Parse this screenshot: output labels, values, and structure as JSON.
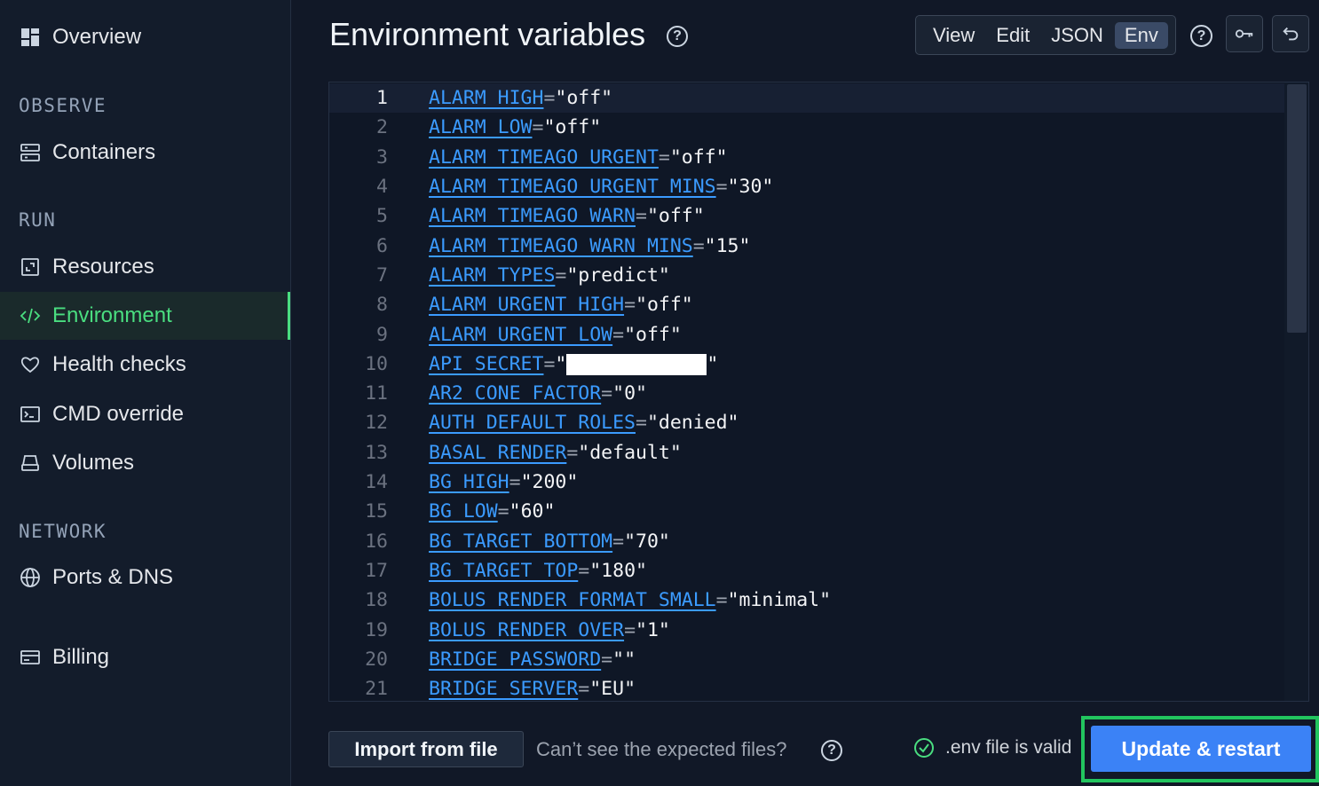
{
  "sidebar": {
    "overview": "Overview",
    "sections": [
      "OBSERVE",
      "RUN",
      "NETWORK"
    ],
    "items": {
      "containers": "Containers",
      "resources": "Resources",
      "environment": "Environment",
      "health_checks": "Health checks",
      "cmd_override": "CMD override",
      "volumes": "Volumes",
      "ports_dns": "Ports & DNS",
      "billing": "Billing"
    },
    "accent_color": "#4ade80"
  },
  "header": {
    "title": "Environment variables",
    "help_icon": "?",
    "view_tabs": [
      "View",
      "Edit",
      "JSON",
      "Env"
    ],
    "active_tab": "Env"
  },
  "editor": {
    "current_line": 1,
    "lines": [
      {
        "n": "1",
        "key": "ALARM_HIGH",
        "value": "\"off\""
      },
      {
        "n": "2",
        "key": "ALARM_LOW",
        "value": "\"off\""
      },
      {
        "n": "3",
        "key": "ALARM_TIMEAGO_URGENT",
        "value": "\"off\""
      },
      {
        "n": "4",
        "key": "ALARM_TIMEAGO_URGENT_MINS",
        "value": "\"30\""
      },
      {
        "n": "5",
        "key": "ALARM_TIMEAGO_WARN",
        "value": "\"off\""
      },
      {
        "n": "6",
        "key": "ALARM_TIMEAGO_WARN_MINS",
        "value": "\"15\""
      },
      {
        "n": "7",
        "key": "ALARM_TYPES",
        "value": "\"predict\""
      },
      {
        "n": "8",
        "key": "ALARM_URGENT_HIGH",
        "value": "\"off\""
      },
      {
        "n": "9",
        "key": "ALARM_URGENT_LOW",
        "value": "\"off\""
      },
      {
        "n": "10",
        "key": "API_SECRET",
        "value": "\"",
        "redacted": true,
        "value_end": "\""
      },
      {
        "n": "11",
        "key": "AR2_CONE_FACTOR",
        "value": "\"0\""
      },
      {
        "n": "12",
        "key": "AUTH_DEFAULT_ROLES",
        "value": "\"denied\""
      },
      {
        "n": "13",
        "key": "BASAL_RENDER",
        "value": "\"default\""
      },
      {
        "n": "14",
        "key": "BG_HIGH",
        "value": "\"200\""
      },
      {
        "n": "15",
        "key": "BG_LOW",
        "value": "\"60\""
      },
      {
        "n": "16",
        "key": "BG_TARGET_BOTTOM",
        "value": "\"70\""
      },
      {
        "n": "17",
        "key": "BG_TARGET_TOP",
        "value": "\"180\""
      },
      {
        "n": "18",
        "key": "BOLUS_RENDER_FORMAT_SMALL",
        "value": "\"minimal\""
      },
      {
        "n": "19",
        "key": "BOLUS_RENDER_OVER",
        "value": "\"1\""
      },
      {
        "n": "20",
        "key": "BRIDGE_PASSWORD",
        "value": "\"\""
      },
      {
        "n": "21",
        "key": "BRIDGE_SERVER",
        "value": "\"EU\""
      }
    ],
    "key_color": "#3b9bff"
  },
  "footer": {
    "import_label": "Import from file",
    "hint": "Can’t see the expected files?",
    "valid_text": ".env file is valid",
    "update_label": "Update & restart",
    "update_color": "#3b82f6",
    "highlight_color": "#22c55e"
  }
}
